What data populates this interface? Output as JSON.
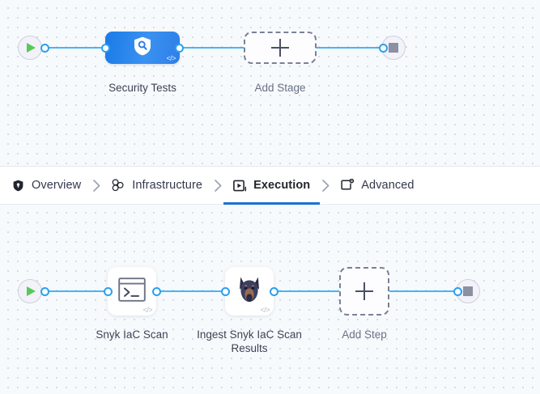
{
  "theme": {
    "canvas_bg": "#f7fafc",
    "dot_color": "#c9d2dd",
    "edge_color": "#49b4f5",
    "port_color": "#2ba0ef",
    "accent_blue": "#1a72d0",
    "stage_gradient_from": "#1a7ae8",
    "stage_gradient_to": "#2f7ee8",
    "start_green": "#57c95b",
    "stop_gray": "#8b90a3",
    "endnode_bg": "#f3f2f9",
    "dashed_border": "#7b8097",
    "label_color": "#3d4256",
    "tabbar_bg": "#ffffff"
  },
  "stage_graph": {
    "start_node": {
      "icon": "play-icon",
      "label": ""
    },
    "nodes": [
      {
        "id": "security-tests",
        "label": "Security Tests",
        "icon": "shield-search-icon",
        "badge": "</>",
        "type": "stage"
      },
      {
        "id": "add-stage",
        "label": "Add Stage",
        "icon": "plus-icon",
        "type": "add-placeholder"
      }
    ],
    "end_node": {
      "icon": "stop-icon",
      "label": ""
    }
  },
  "tabs": {
    "items": [
      {
        "id": "overview",
        "label": "Overview",
        "icon": "shield-icon",
        "active": false
      },
      {
        "id": "infrastructure",
        "label": "Infrastructure",
        "icon": "nodes-cluster-icon",
        "active": false
      },
      {
        "id": "execution",
        "label": "Execution",
        "icon": "play-box-icon",
        "active": true
      },
      {
        "id": "advanced",
        "label": "Advanced",
        "icon": "card-settings-icon",
        "active": false
      }
    ],
    "separator": "chevron-right-icon"
  },
  "step_graph": {
    "start_node": {
      "icon": "play-icon",
      "label": ""
    },
    "nodes": [
      {
        "id": "snyk-iac-scan",
        "label": "Snyk IaC Scan",
        "icon": "terminal-icon",
        "badge": "</>",
        "type": "step"
      },
      {
        "id": "ingest-snyk-iac-scan-results",
        "label": "Ingest Snyk IaC Scan Results",
        "icon": "snyk-dog-icon",
        "badge": "</>",
        "type": "step"
      },
      {
        "id": "add-step",
        "label": "Add Step",
        "icon": "plus-icon",
        "type": "add-placeholder"
      }
    ],
    "end_node": {
      "icon": "stop-icon",
      "label": ""
    }
  }
}
